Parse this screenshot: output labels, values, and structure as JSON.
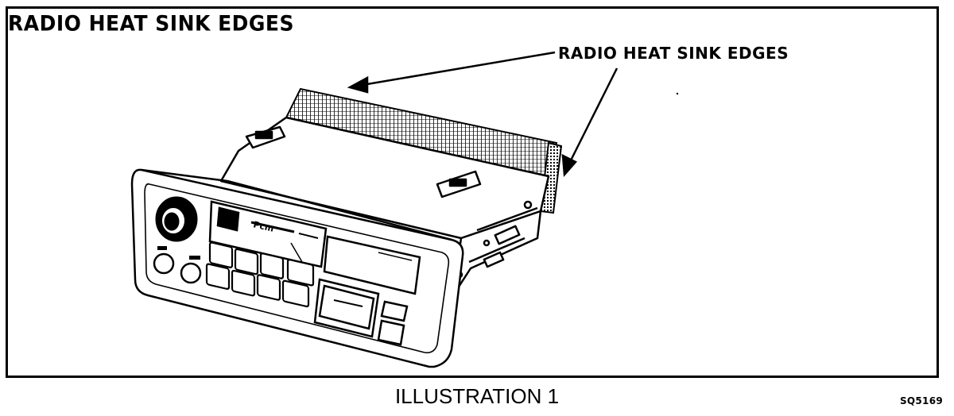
{
  "diagram": {
    "title": "RADIO HEAT SINK EDGES",
    "callout_label": "RADIO HEAT SINK EDGES",
    "figure_id": "SQ5169",
    "caption": "ILLUSTRATION 1"
  },
  "radio": {
    "display_text": "Pcm"
  }
}
